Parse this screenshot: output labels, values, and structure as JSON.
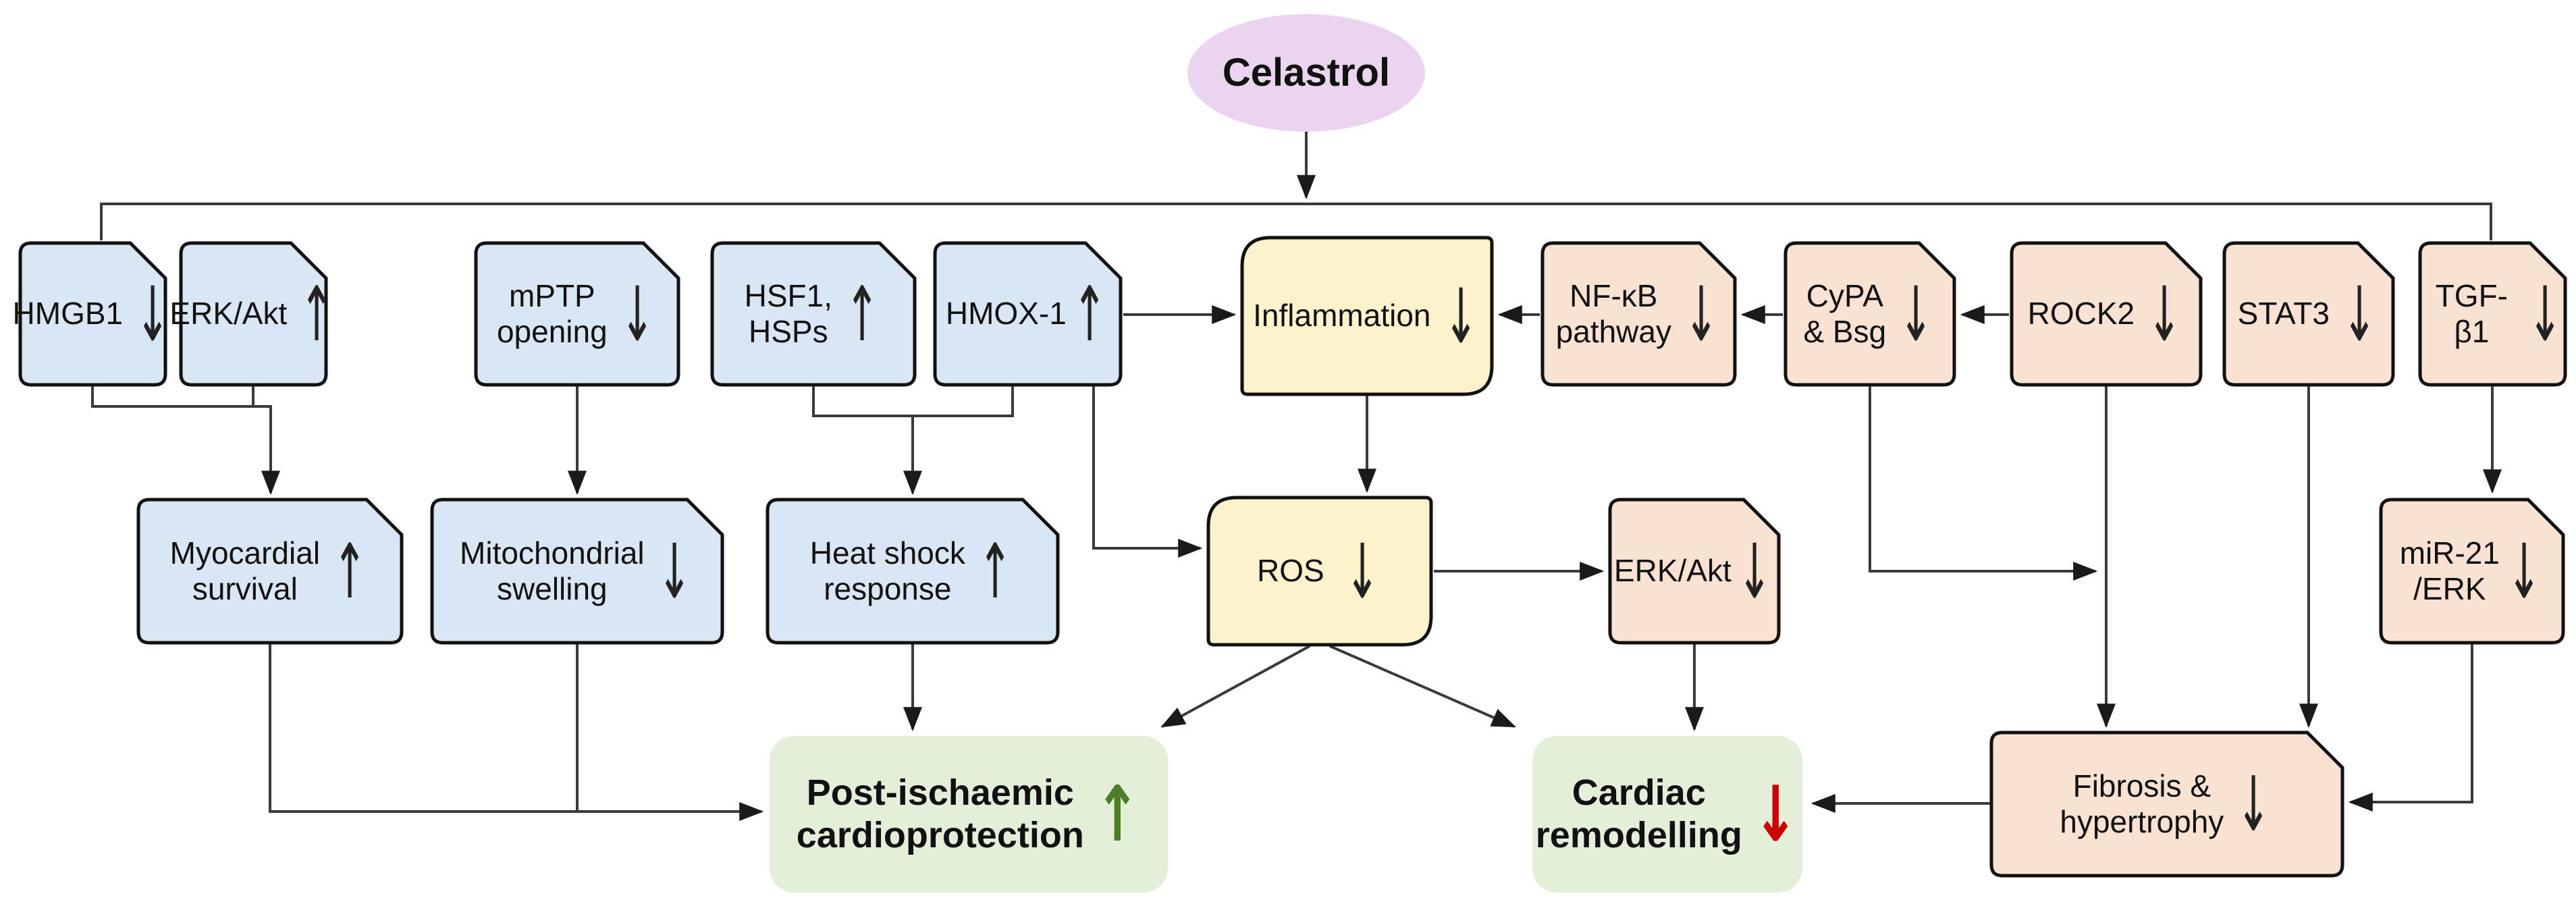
{
  "diagram": {
    "root": {
      "label": "Celastrol"
    },
    "nodes": {
      "hmgb1": {
        "label": "HMGB1",
        "trend": "↓"
      },
      "erk_akt_up": {
        "label": "ERK/Akt",
        "trend": "↑"
      },
      "mptp": {
        "label": [
          "mPTP",
          "opening"
        ],
        "trend": "↓"
      },
      "hsf1": {
        "label": [
          "HSF1,",
          "HSPs"
        ],
        "trend": "↑"
      },
      "hmox1": {
        "label": "HMOX-1",
        "trend": "↑"
      },
      "inflammation": {
        "label": "Inflammation",
        "trend": "↓"
      },
      "nfkb": {
        "label": [
          "NF-κB",
          "pathway"
        ],
        "trend": "↓"
      },
      "cypa": {
        "label": [
          "CyPA",
          "& Bsg"
        ],
        "trend": "↓"
      },
      "rock2": {
        "label": "ROCK2",
        "trend": "↓"
      },
      "stat3": {
        "label": "STAT3",
        "trend": "↓"
      },
      "tgfb1": {
        "label": "TGF-β1",
        "trend": "↓"
      },
      "myocardial": {
        "label": [
          "Myocardial",
          "survival"
        ],
        "trend": "↑"
      },
      "mito": {
        "label": [
          "Mitochondrial",
          "swelling"
        ],
        "trend": "↓"
      },
      "heatshock": {
        "label": [
          "Heat shock",
          "response"
        ],
        "trend": "↑"
      },
      "ros": {
        "label": "ROS",
        "trend": "↓"
      },
      "erk_akt_down": {
        "label": "ERK/Akt",
        "trend": "↓"
      },
      "mir21": {
        "label": [
          "miR-21",
          "/ERK"
        ],
        "trend": "↓"
      },
      "postisch": {
        "label": [
          "Post-ischaemic",
          "cardioprotection"
        ],
        "trend": "↑"
      },
      "cardiac": {
        "label": [
          "Cardiac",
          "remodelling"
        ],
        "trend": "↓"
      },
      "fibrosis": {
        "label": [
          "Fibrosis &",
          "hypertrophy"
        ],
        "trend": "↓"
      }
    },
    "edges": [
      "Celastrol → all upstream targets (top rail)",
      "HMGB1 + ERK/Akt → Myocardial survival",
      "mPTP opening → Mitochondrial swelling",
      "HSF1, HSPs + HMOX-1 → Heat shock response",
      "HMOX-1 → Inflammation",
      "HMOX-1 → ROS",
      "Inflammation → ROS",
      "NF-κB pathway → Inflammation",
      "CyPA & Bsg → NF-κB pathway",
      "ROCK2 → CyPA & Bsg",
      "CyPA & Bsg → fibrosis pathway",
      "ROS → ERK/Akt",
      "ROS → Post-ischaemic cardioprotection",
      "ROS → Cardiac remodelling",
      "ERK/Akt → Cardiac remodelling",
      "Myocardial survival + Mitochondrial swelling → Post-ischaemic cardioprotection",
      "Heat shock response → Post-ischaemic cardioprotection",
      "TGF-β1 → miR-21/ERK",
      "miR-21/ERK → Fibrosis & hypertrophy",
      "ROCK2 → Fibrosis & hypertrophy",
      "STAT3 → Fibrosis & hypertrophy",
      "Fibrosis & hypertrophy → Cardiac remodelling"
    ],
    "colors": {
      "upstream_blue": "#d9e7f4",
      "mediator_yellow": "#fcf3cd",
      "pathway_peach": "#f9e2d1",
      "outcome_green": "#e4efda",
      "root_purple": "#ead4f0",
      "connector_line": "#3a3a3a",
      "up_arrow_green": "#4e7d28",
      "down_arrow_red": "#cc0000"
    }
  }
}
